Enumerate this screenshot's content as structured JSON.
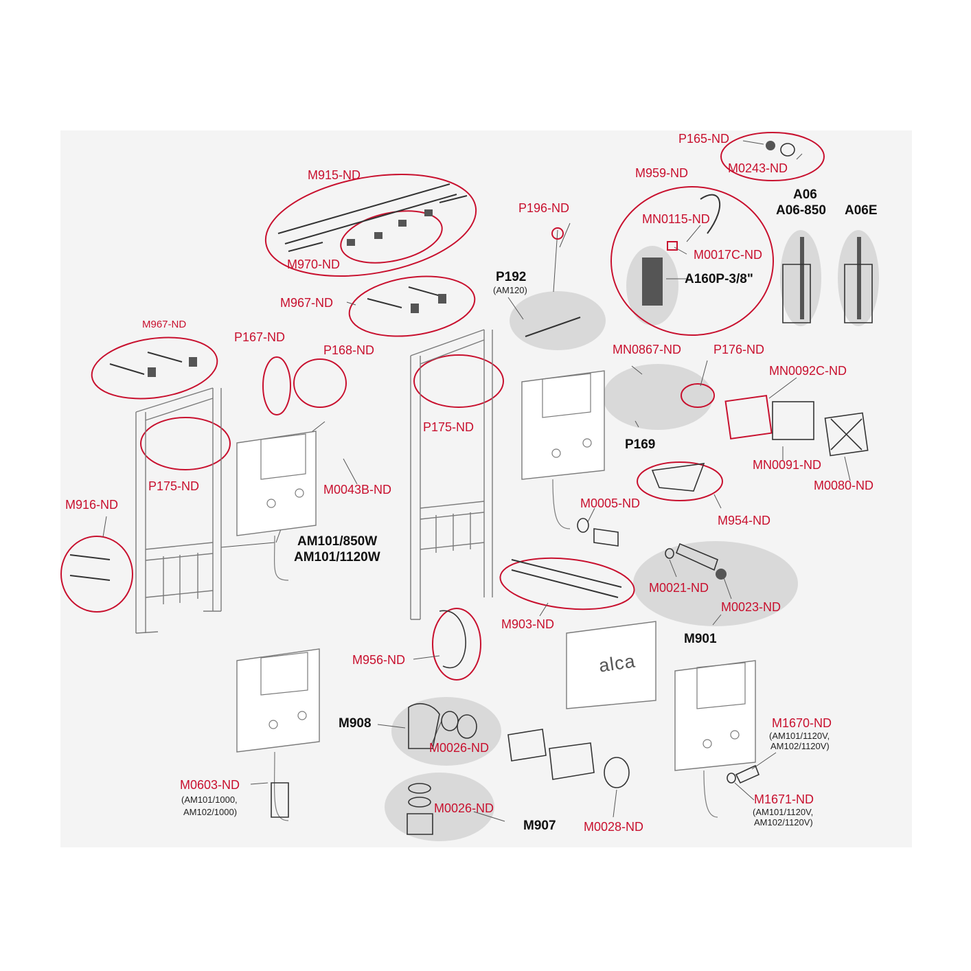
{
  "colors": {
    "callout_red": "#c8102e",
    "ink": "#111111",
    "panel": "#f4f4f4",
    "shade": "#d9d9d9",
    "part_line": "#7a7a7a"
  },
  "brand": {
    "logo_text": "alca"
  },
  "labels": {
    "p165": "P165-ND",
    "m0243": "M0243-ND",
    "m915": "M915-ND",
    "m959": "M959-ND",
    "a06": "A06",
    "a06_850": "A06-850",
    "a06e": "A06E",
    "p196": "P196-ND",
    "mn0115": "MN0115-ND",
    "m0017c": "M0017C-ND",
    "a160p": "A160P-3/8\"",
    "m970": "M970-ND",
    "p192": "P192",
    "p192_sub": "(AM120)",
    "m967_top": "M967-ND",
    "m967_left": "M967-ND",
    "p167": "P167-ND",
    "p168": "P168-ND",
    "mn0867": "MN0867-ND",
    "p176": "P176-ND",
    "mn0092c": "MN0092C-ND",
    "p175_left": "P175-ND",
    "p175_mid": "P175-ND",
    "p169": "P169",
    "mn0091": "MN0091-ND",
    "m0080": "M0080-ND",
    "m0043b": "M0043B-ND",
    "m916": "M916-ND",
    "m0005": "M0005-ND",
    "m954": "M954-ND",
    "am101_850w": "AM101/850W",
    "am101_1120w": "AM101/1120W",
    "m903": "M903-ND",
    "m0021": "M0021-ND",
    "m0023": "M0023-ND",
    "m901": "M901",
    "m956": "M956-ND",
    "m908": "M908",
    "m0026_a": "M0026-ND",
    "m0026_b": "M0026-ND",
    "m907": "M907",
    "m0028": "M0028-ND",
    "m0603": "M0603-ND",
    "m0603_sub1": "(AM101/1000,",
    "m0603_sub2": "AM102/1000)",
    "m1670": "M1670-ND",
    "m1670_sub1": "(AM101/1120V,",
    "m1670_sub2": "AM102/1120V)",
    "m1671": "M1671-ND",
    "m1671_sub1": "(AM101/1120V,",
    "m1671_sub2": "AM102/1120V)"
  }
}
